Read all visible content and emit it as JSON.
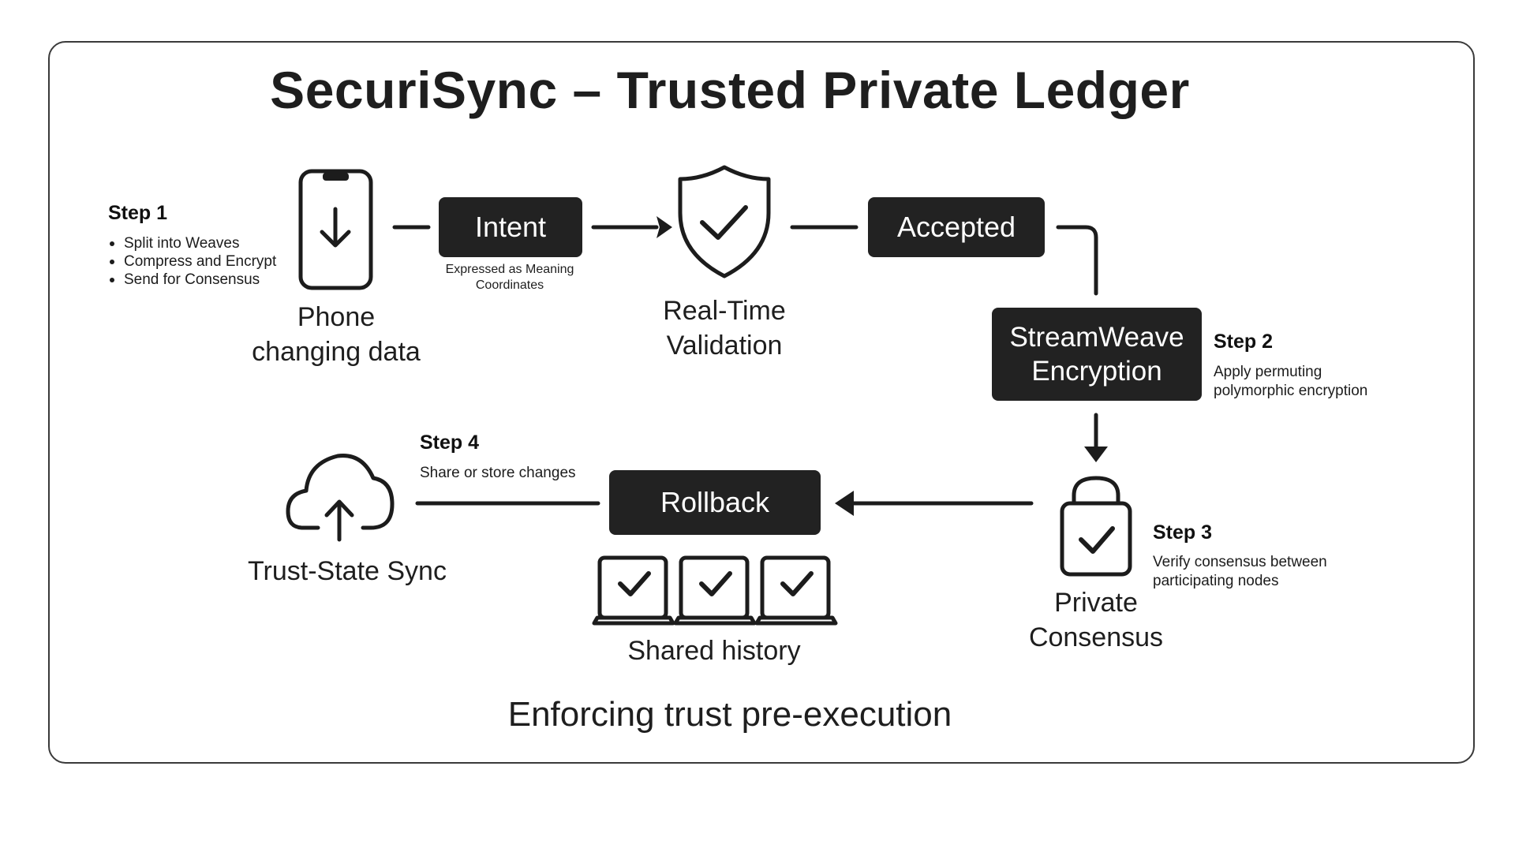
{
  "title": "SecuriSync – Trusted Private Ledger",
  "step1": {
    "heading": "Step 1",
    "bullets": [
      "Split into Weaves",
      "Compress and Encrypt",
      "Send for Consensus"
    ]
  },
  "phone": {
    "label_line1": "Phone",
    "label_line2": "changing data",
    "icon": "phone-download-icon"
  },
  "intent": {
    "label": "Intent",
    "caption_line1": "Expressed as Meaning",
    "caption_line2": "Coordinates"
  },
  "validation": {
    "label_line1": "Real-Time",
    "label_line2": "Validation",
    "icon": "shield-check-icon"
  },
  "accepted": {
    "label": "Accepted"
  },
  "encryption": {
    "label_line1": "StreamWeave",
    "label_line2": "Encryption"
  },
  "step2": {
    "heading": "Step 2",
    "text_line1": "Apply permuting",
    "text_line2": "polymorphic encryption"
  },
  "consensus": {
    "label_line1": "Private",
    "label_line2": "Consensus",
    "icon": "padlock-check-icon"
  },
  "step3": {
    "heading": "Step 3",
    "text_line1": "Verify consensus between",
    "text_line2": "participating nodes"
  },
  "rollback": {
    "label": "Rollback"
  },
  "history": {
    "label": "Shared history",
    "icon": "laptop-check-icon"
  },
  "step4": {
    "heading": "Step 4",
    "text": "Share or store changes"
  },
  "sync": {
    "label": "Trust-State Sync",
    "icon": "cloud-upload-icon"
  },
  "footer": "Enforcing trust pre-execution",
  "colors": {
    "box": "#222222",
    "stroke": "#1c1c1c",
    "background": "#ffffff"
  }
}
